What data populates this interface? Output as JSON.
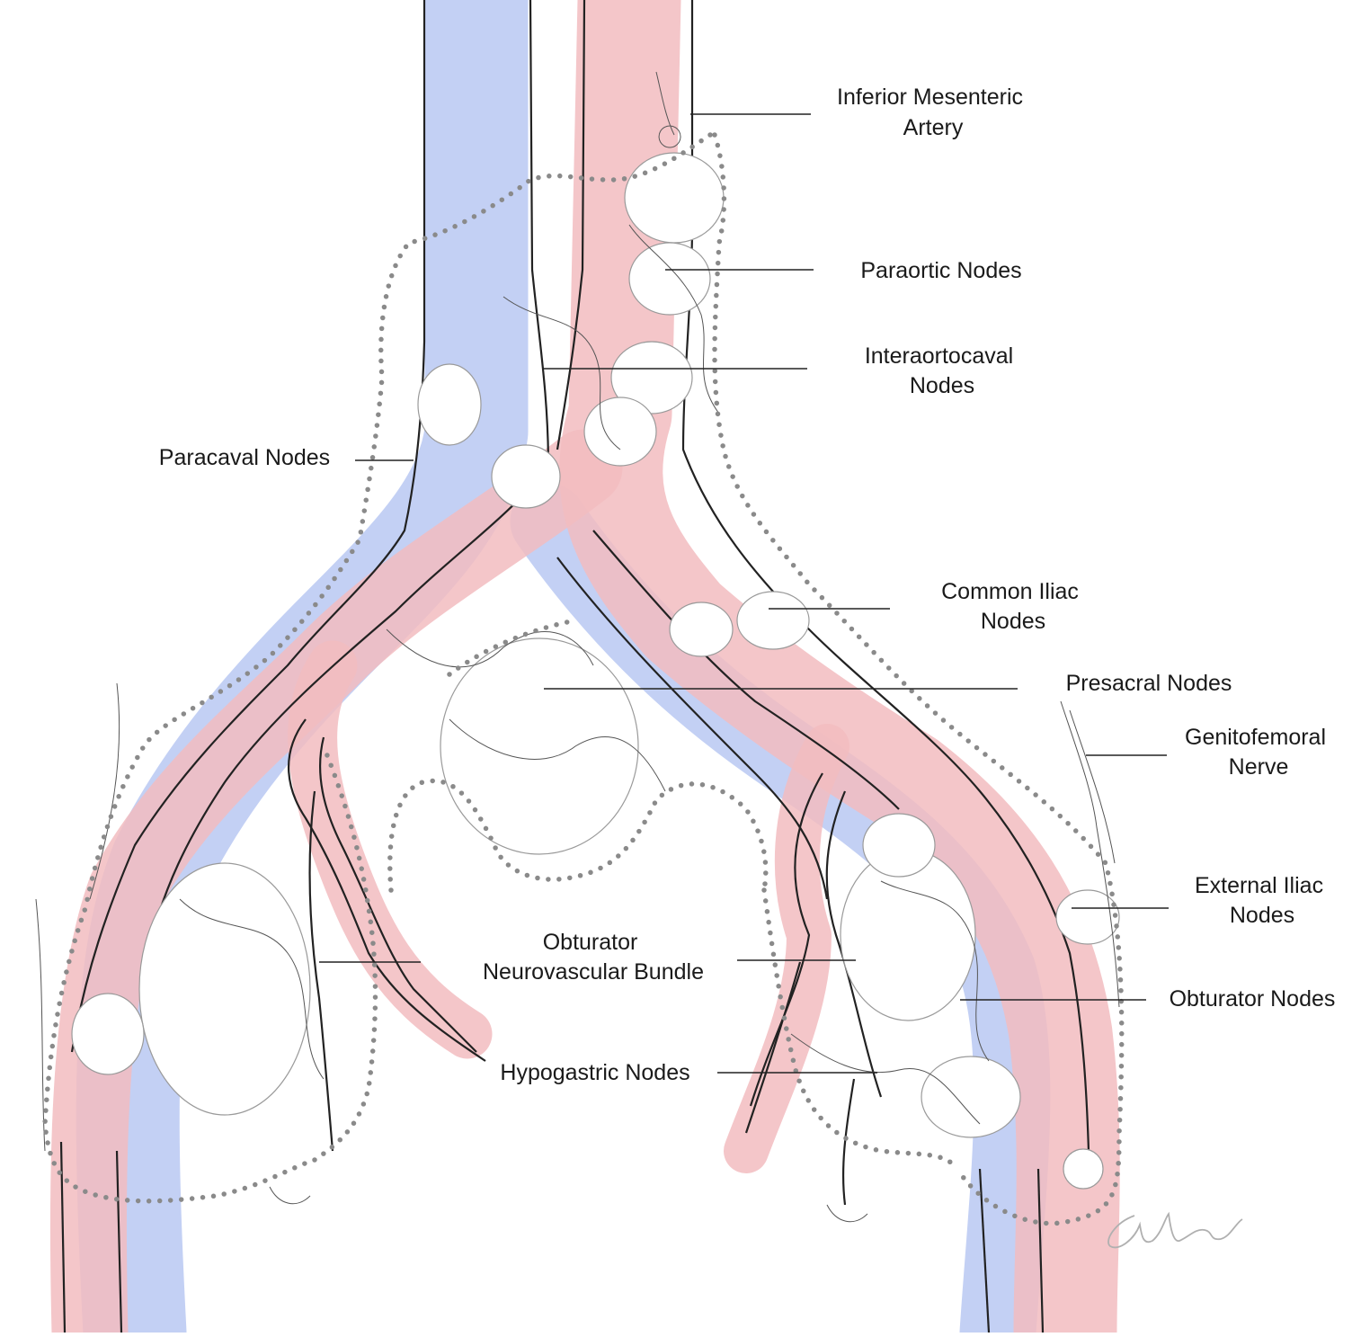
{
  "labels": {
    "inferior_mesenteric_artery": [
      "Inferior Mesenteric",
      "Artery"
    ],
    "paraortic_nodes": [
      "Paraortic Nodes"
    ],
    "interaortocaval_nodes": [
      "Interaortocaval",
      "Nodes"
    ],
    "paracaval_nodes": [
      "Paracaval Nodes"
    ],
    "common_iliac_nodes": [
      "Common Iliac",
      "Nodes"
    ],
    "presacral_nodes": [
      "Presacral Nodes"
    ],
    "genitofemoral_nerve": [
      "Genitofemoral",
      "Nerve"
    ],
    "external_iliac_nodes": [
      "External Iliac",
      "Nodes"
    ],
    "obturator_neurovascular_bundle": [
      "Obturator",
      "Neurovascular Bundle"
    ],
    "obturator_nodes": [
      "Obturator Nodes"
    ],
    "hypogastric_nodes": [
      "Hypogastric Nodes"
    ]
  },
  "colors": {
    "vein": "#b9c8f2",
    "artery": "#f2bcbf",
    "dotted_outline": "#8a8a8a",
    "label_text": "#1a1a1a"
  }
}
